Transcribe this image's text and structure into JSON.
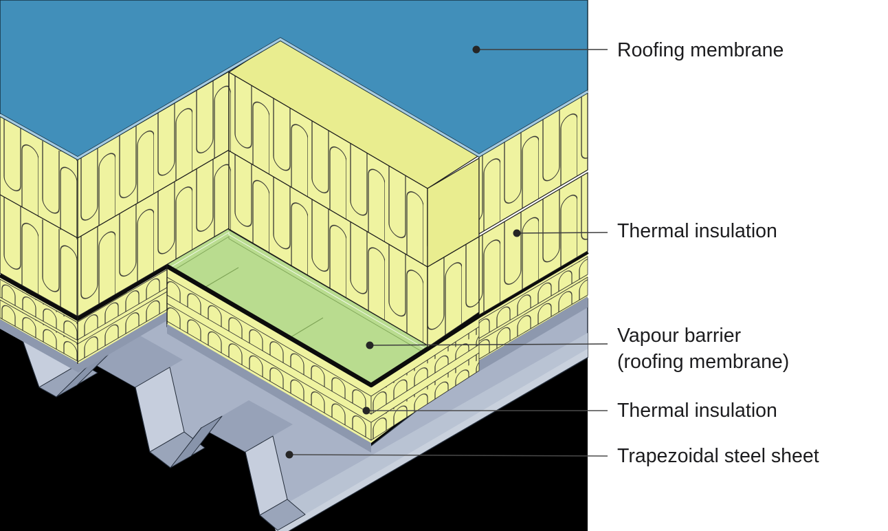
{
  "figure": {
    "type": "isometric cutaway construction diagram",
    "subject": "Flat roof build-up on trapezoidal steel sheet"
  },
  "callouts": [
    {
      "label": "Roofing membrane"
    },
    {
      "label": "Thermal insulation"
    },
    {
      "label": "Vapour barrier",
      "label_line2": "(roofing membrane)"
    },
    {
      "label": "Thermal insulation"
    },
    {
      "label": "Trapezoidal steel sheet"
    }
  ],
  "colors": {
    "membrane_blue": "#418fba",
    "membrane_edge": "#a5cbe2",
    "insulation_yellow": "#eff3a0",
    "insulation_top_yellow": "#e9ed8f",
    "vapour_barrier_green": "#b9dc8f",
    "barrier_edge_black": "#0c0c0c",
    "steel_base": "#a9b3c7",
    "steel_light": "#c6cedd",
    "steel_dark": "#8894ab",
    "background_black": "#000000",
    "label_text": "#1c1c1e"
  }
}
